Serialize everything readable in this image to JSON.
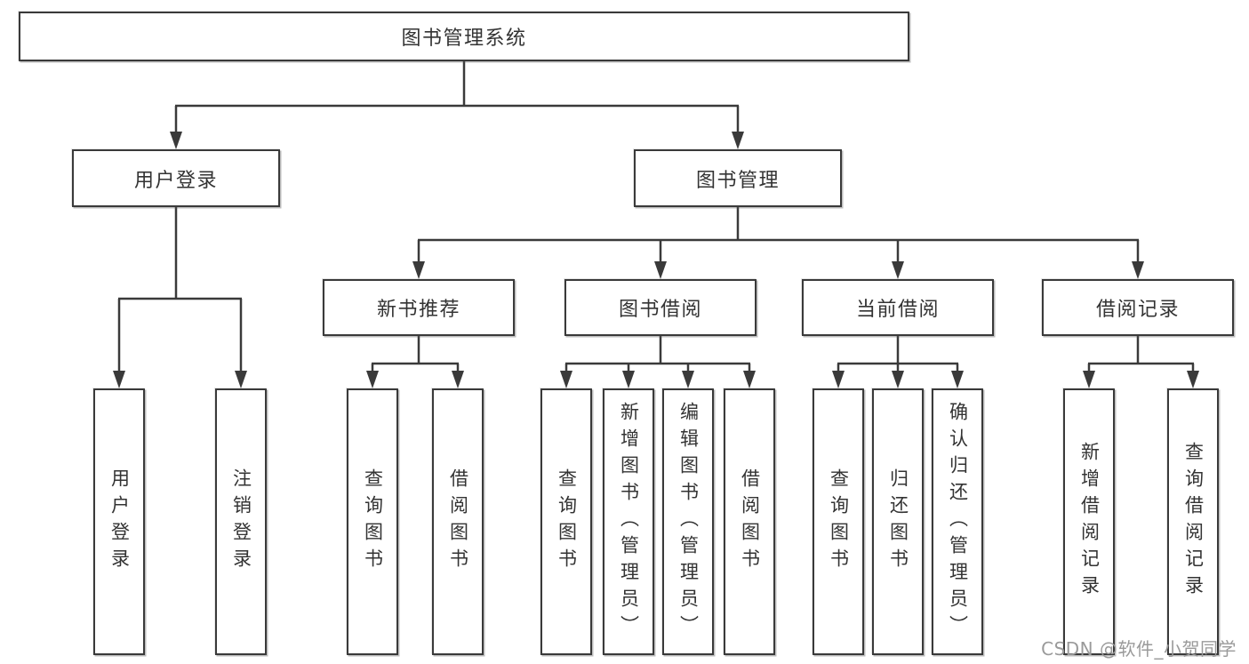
{
  "nodes": {
    "root": "图书管理系统",
    "level2": [
      "用户登录",
      "图书管理"
    ],
    "level3": [
      "新书推荐",
      "图书借阅",
      "当前借阅",
      "借阅记录"
    ],
    "leaves": [
      "用户登录",
      "注销登录",
      "查询图书",
      "借阅图书",
      "查询图书",
      "新增图书（管理员）",
      "编辑图书（管理员）",
      "借阅图书",
      "查询图书",
      "归还图书",
      "确认归还（管理员）",
      "新增借阅记录",
      "查询借阅记录"
    ]
  },
  "watermark": {
    "text": "CSDN @软件_小贺同学"
  },
  "colors": {
    "line": "#3a3a3a",
    "text": "#333333",
    "watermark": "#9a9a9a",
    "background": "#ffffff"
  }
}
